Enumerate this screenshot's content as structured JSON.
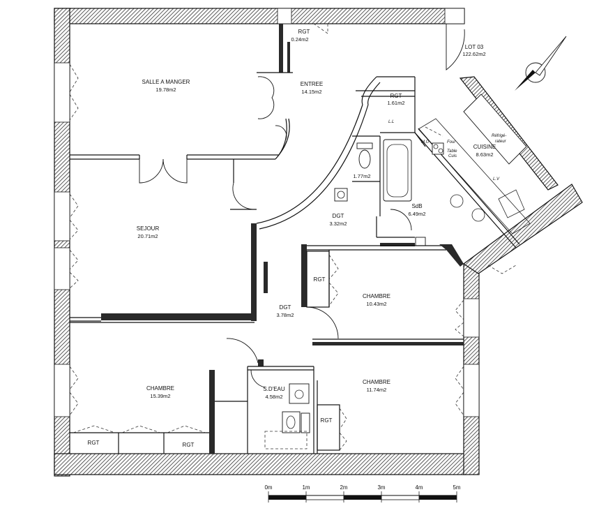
{
  "rooms": {
    "salle_a_manger": {
      "name": "SALLE A MANGER",
      "area": "19.78m2"
    },
    "entree": {
      "name": "ENTREE",
      "area": "14.15m2"
    },
    "rgt_top": {
      "name": "RGT",
      "area": "0.24m2"
    },
    "lot": {
      "name": "LOT 03",
      "area": "122.62m2"
    },
    "rgt_kitchen": {
      "name": "RGT",
      "area": "1.61m2"
    },
    "wc": {
      "name": "",
      "area": "1.77m2"
    },
    "cuisine": {
      "name": "CUISINE",
      "area": "8.63m2"
    },
    "sejour": {
      "name": "SEJOUR",
      "area": "20.71m2"
    },
    "dgt_upper": {
      "name": "DGT",
      "area": "3.32m2"
    },
    "sdb": {
      "name": "SdB",
      "area": "6.49m2"
    },
    "chambre_mid": {
      "name": "CHAMBRE",
      "area": "10.43m2"
    },
    "dgt_lower": {
      "name": "DGT",
      "area": "3.78m2"
    },
    "chambre_left": {
      "name": "CHAMBRE",
      "area": "15.39m2"
    },
    "sdeau": {
      "name": "S.D'EAU",
      "area": "4.58m2"
    },
    "chambre_right": {
      "name": "CHAMBRE",
      "area": "11.74m2"
    },
    "rgt_closet_mid": {
      "name": "RGT"
    },
    "rgt_bottom_a": {
      "name": "RGT"
    },
    "rgt_bottom_b": {
      "name": "RGT"
    },
    "rgt_bottom_c": {
      "name": "RGT"
    }
  },
  "kitchen_labels": {
    "fridge_1": "Réfrigé-",
    "fridge_2": "rateur",
    "mo": "M.O",
    "four": "Four",
    "table_1": "Table",
    "table_2": "Cuis",
    "lv": "L.V",
    "ll": "L.L"
  },
  "scale": {
    "ticks": [
      "0m",
      "1m",
      "2m",
      "3m",
      "4m",
      "5m"
    ]
  },
  "colors": {
    "wall": "#2a2a2a",
    "line": "#111111"
  }
}
